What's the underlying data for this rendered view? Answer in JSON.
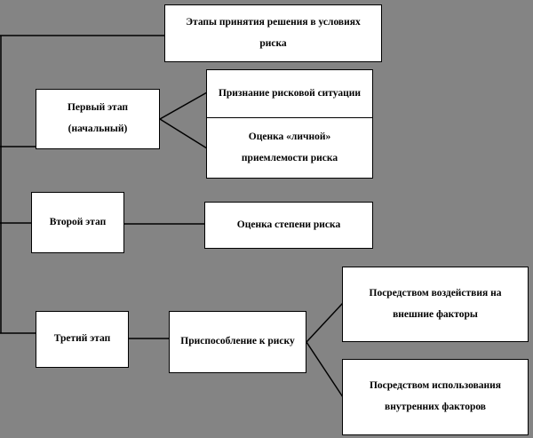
{
  "diagram": {
    "background_color": "#848484",
    "box_fill": "#ffffff",
    "border_color": "#000000",
    "line_color": "#000000",
    "boxes": {
      "title": "Этапы принятия решения в условиях риска",
      "stage1": "Первый этап (начальный)",
      "recognition": "Признание рисковой ситуации",
      "personal_acceptability": "Оценка «личной» приемлемости риска",
      "stage2": "Второй этап",
      "risk_degree": "Оценка степени риска",
      "stage3": "Третий этап",
      "adaptation": "Приспособление к риску",
      "external_factors": "Посредством воздействия на внешние факторы",
      "internal_factors": "Посредством использования внутренних факторов"
    }
  }
}
